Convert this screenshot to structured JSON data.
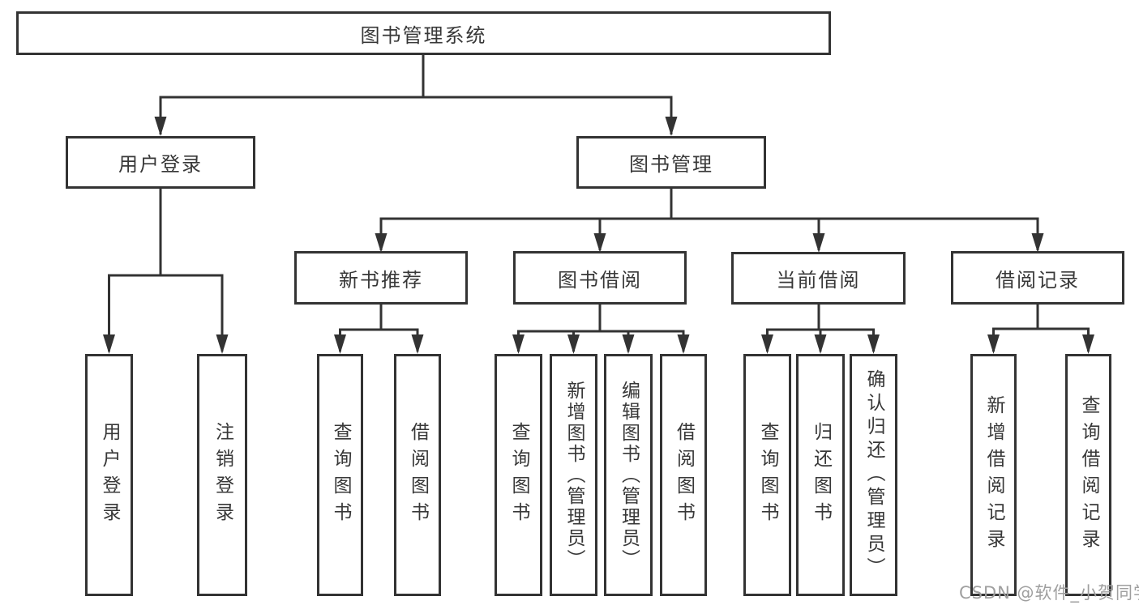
{
  "diagram_type": "hierarchy",
  "colors": {
    "line": "#333333",
    "box_border": "#333333",
    "box_fill": "#ffffff",
    "text": "#383838",
    "watermark": "#9f9f9f",
    "background": "#ffffff"
  },
  "tree": {
    "label": "图书管理系统",
    "children": [
      {
        "label": "用户登录",
        "children": [
          {
            "label": "用户登录"
          },
          {
            "label": "注销登录"
          }
        ]
      },
      {
        "label": "图书管理",
        "children": [
          {
            "label": "新书推荐",
            "children": [
              {
                "label": "查询图书"
              },
              {
                "label": "借阅图书"
              }
            ]
          },
          {
            "label": "图书借阅",
            "children": [
              {
                "label": "查询图书"
              },
              {
                "label": "新增图书（管理员）"
              },
              {
                "label": "编辑图书（管理员）"
              },
              {
                "label": "借阅图书"
              }
            ]
          },
          {
            "label": "当前借阅",
            "children": [
              {
                "label": "查询图书"
              },
              {
                "label": "归还图书"
              },
              {
                "label": "确认归还（管理员）"
              }
            ]
          },
          {
            "label": "借阅记录",
            "children": [
              {
                "label": "新增借阅记录"
              },
              {
                "label": "查询借阅记录"
              }
            ]
          }
        ]
      }
    ]
  },
  "watermark": {
    "text": "CSDN @软件_小贺同学"
  }
}
